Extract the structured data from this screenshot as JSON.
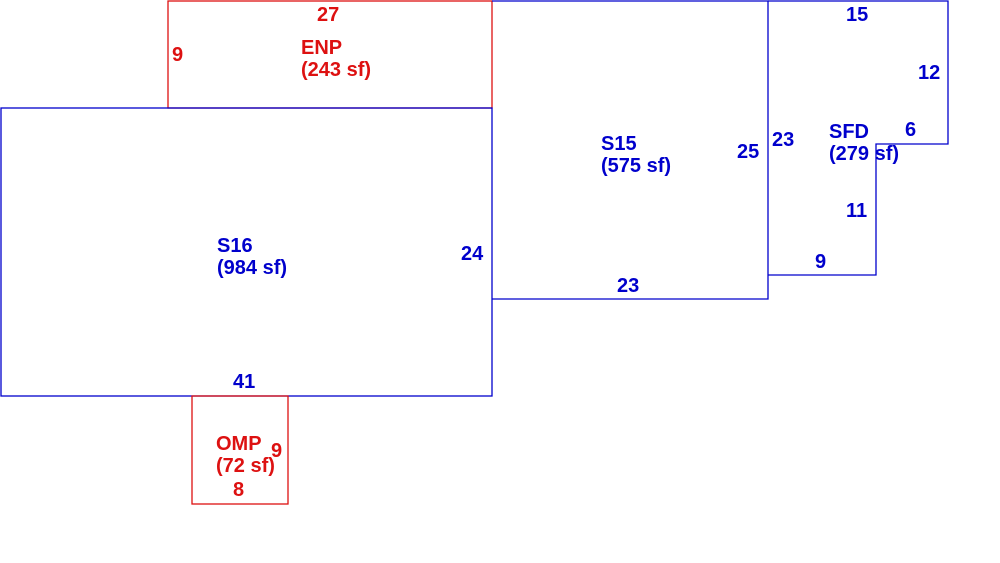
{
  "colors": {
    "blue": "#0000cc",
    "red": "#dd1111"
  },
  "areas": {
    "enp": {
      "name": "ENP",
      "area": "(243 sf)",
      "dims": {
        "top": "27",
        "left": "9"
      }
    },
    "s16": {
      "name": "S16",
      "area": "(984 sf)",
      "dims": {
        "right": "24",
        "bottom": "41"
      }
    },
    "s15": {
      "name": "S15",
      "area": "(575 sf)",
      "dims": {
        "right": "25",
        "bottom": "23"
      }
    },
    "sfd": {
      "name": "SFD",
      "area": "(279 sf)",
      "dims": {
        "top": "15",
        "right": "12",
        "notch_top": "6",
        "left": "23",
        "notch_side": "11",
        "bottom": "9"
      }
    },
    "omp": {
      "name": "OMP",
      "area": "(72 sf)",
      "dims": {
        "right": "9",
        "bottom": "8"
      }
    }
  }
}
